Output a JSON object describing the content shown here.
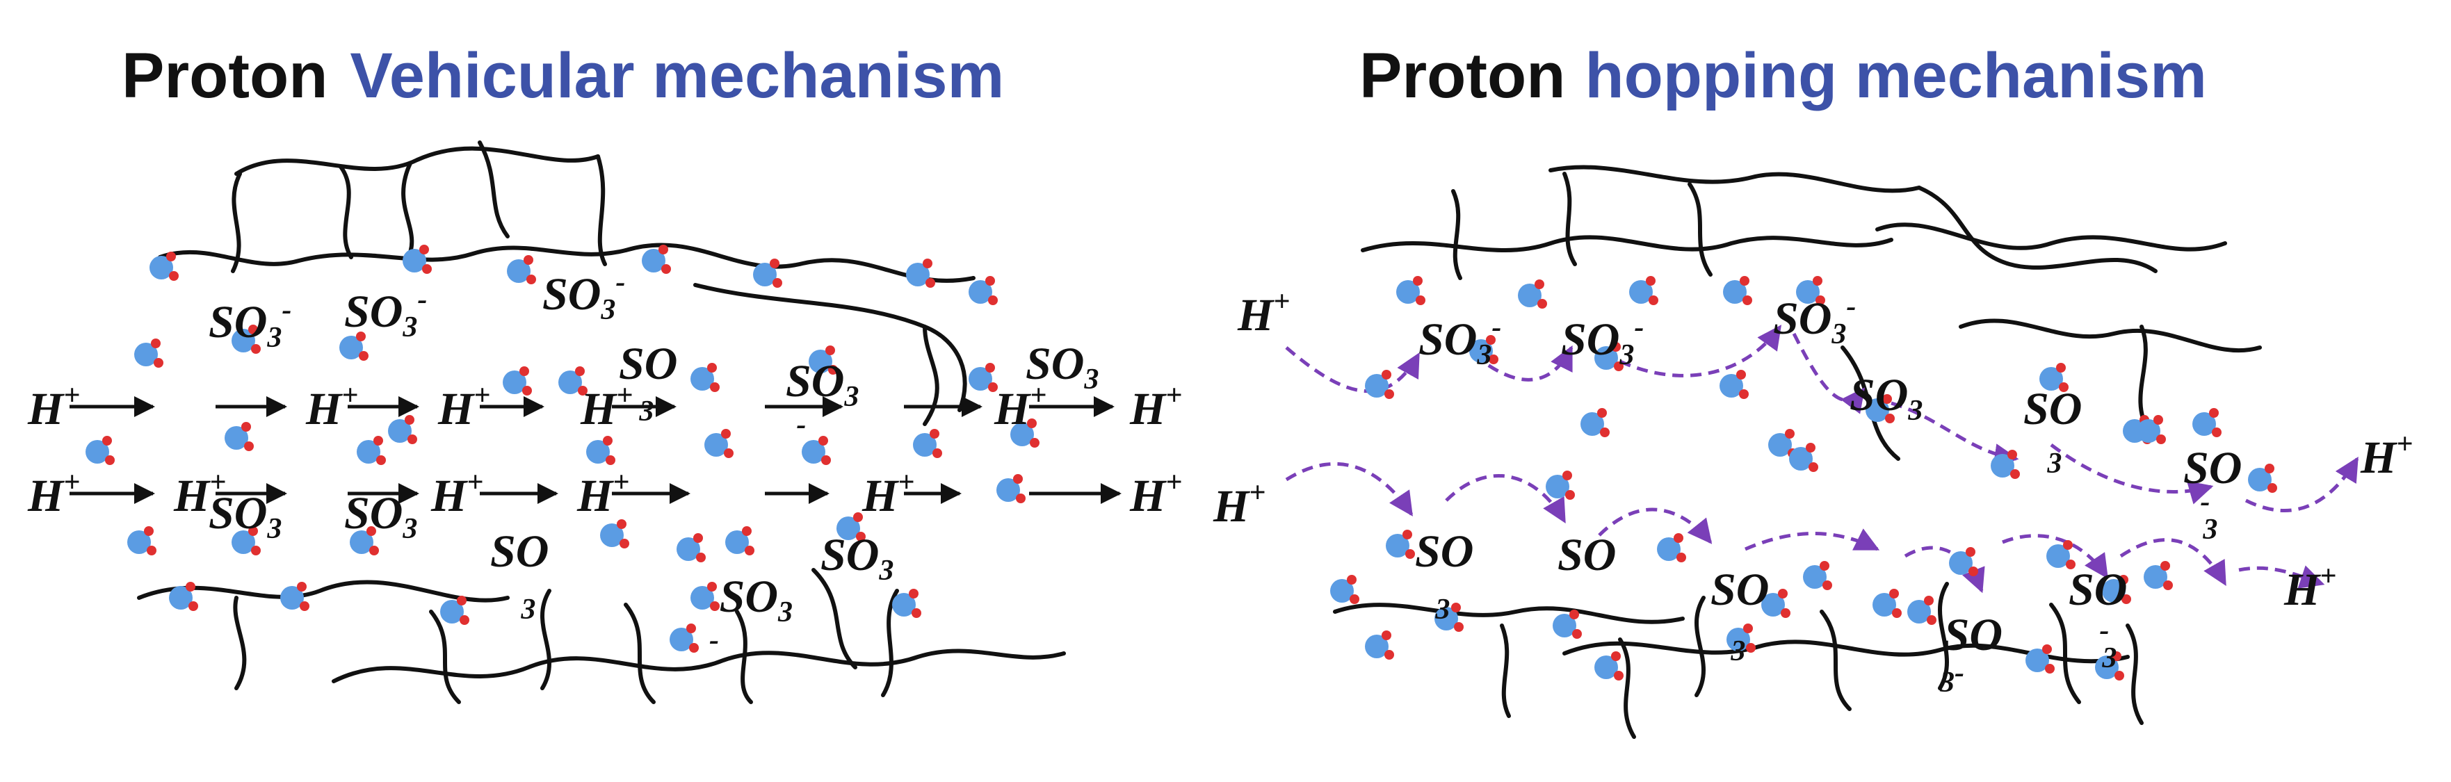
{
  "colors": {
    "title_black": "#111111",
    "title_blue": "#3d52a8",
    "chain": "#111111",
    "water_oxygen": "#5b9ce3",
    "water_hydrogen": "#e03030",
    "arrow": "#111111",
    "hop_arrow": "#7a3fb8"
  },
  "panels": [
    {
      "title_prefix": "Proton",
      "title_highlight": "Vehicular mechanism",
      "proton_label": "H",
      "proton_charge": "+",
      "sulfonate_text": "SO",
      "sulfonate_sub": "3",
      "sulfonate_charge": "-"
    },
    {
      "title_prefix": "Proton",
      "title_highlight": "hopping mechanism",
      "proton_label": "H",
      "proton_charge": "+",
      "sulfonate_text": "SO",
      "sulfonate_sub": "3",
      "sulfonate_charge": "-"
    }
  ]
}
